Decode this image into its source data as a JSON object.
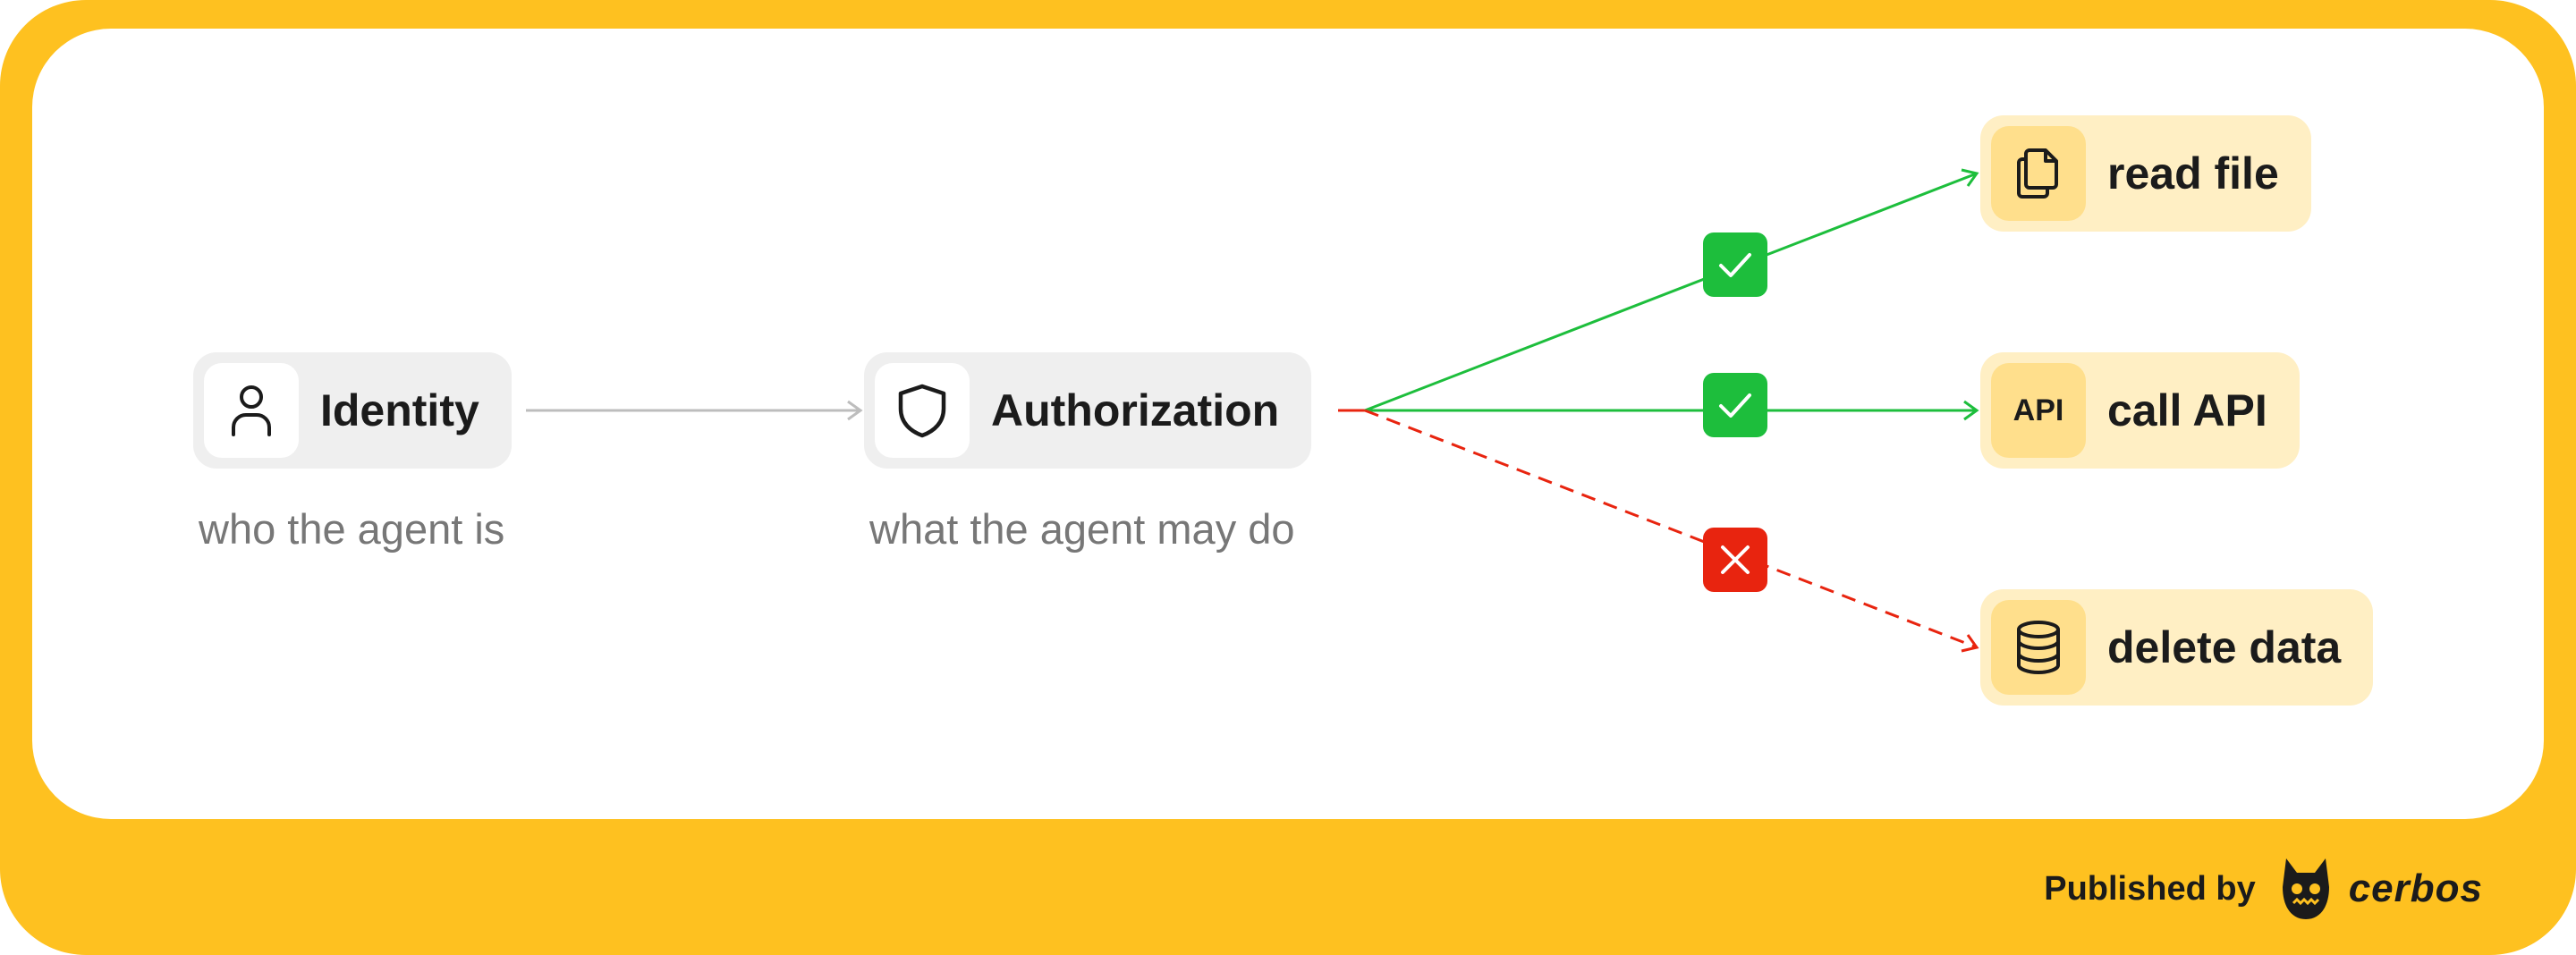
{
  "nodes": {
    "identity": {
      "label": "Identity",
      "icon": "user-icon",
      "caption": "who the agent is"
    },
    "authorization": {
      "label": "Authorization",
      "icon": "shield-icon",
      "caption": "what the agent may do"
    },
    "read_file": {
      "label": "read file",
      "icon": "files-icon",
      "status": "allowed"
    },
    "call_api": {
      "label": "call API",
      "icon": "api-icon",
      "icon_text": "API",
      "status": "allowed"
    },
    "delete_data": {
      "label": "delete data",
      "icon": "database-icon",
      "status": "denied"
    }
  },
  "footer": {
    "published_by": "Published by",
    "brand": "cerbos",
    "logo": "cerbos-logo"
  },
  "colors": {
    "frame": "#FEC120",
    "allowed": "#1DBE3C",
    "denied": "#E8240F",
    "neutral_edge": "#BDBDBD",
    "grey_node": "#EFEFEF",
    "cream_node": "#FFEFC4"
  }
}
